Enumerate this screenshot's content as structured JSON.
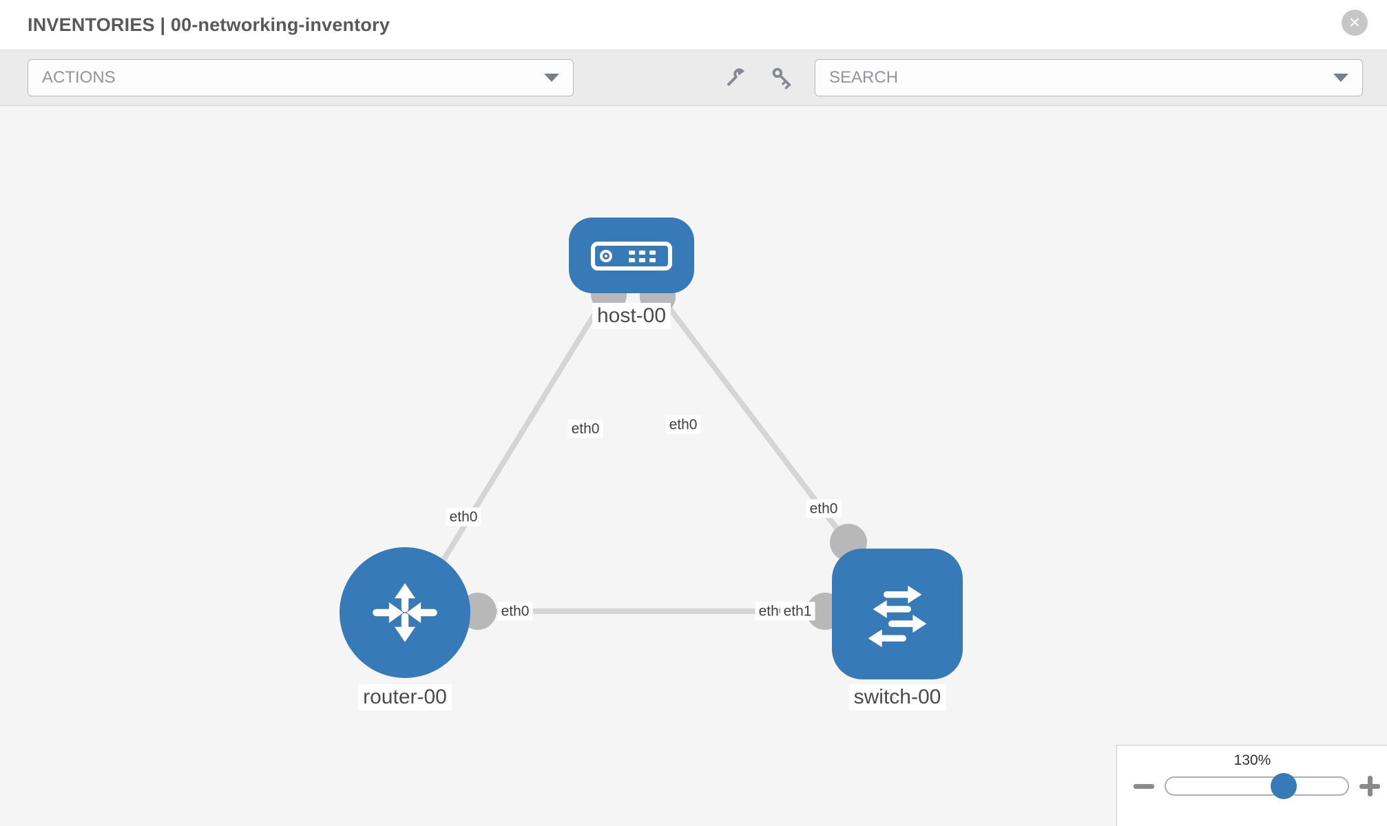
{
  "header": {
    "title": "INVENTORIES | 00-networking-inventory",
    "close_icon": "✕"
  },
  "toolbar": {
    "actions_label": "ACTIONS",
    "search_label": "SEARCH",
    "icons": [
      "wrench-icon",
      "key-icon"
    ]
  },
  "topology": {
    "nodes": [
      {
        "id": "host-00",
        "label": "host-00",
        "type": "host",
        "shape": "rounded-rect"
      },
      {
        "id": "router-00",
        "label": "router-00",
        "type": "router",
        "shape": "circle"
      },
      {
        "id": "switch-00",
        "label": "switch-00",
        "type": "switch",
        "shape": "rounded-square"
      }
    ],
    "links": [
      {
        "from": "host-00",
        "to": "router-00",
        "labels": [
          "eth0",
          "eth0"
        ]
      },
      {
        "from": "host-00",
        "to": "switch-00",
        "labels": [
          "eth0",
          "eth0"
        ]
      },
      {
        "from": "router-00",
        "to": "switch-00",
        "labels": [
          "eth0",
          "eth0",
          "eth1"
        ]
      }
    ]
  },
  "zoom_control": {
    "level": "130%",
    "minus_icon": "minus",
    "plus_icon": "plus"
  },
  "colors": {
    "node_blue": "#377ab8",
    "link_gray": "#d5d5d5",
    "connector_gray": "#b8b8b8",
    "canvas_bg": "#f5f5f5"
  }
}
